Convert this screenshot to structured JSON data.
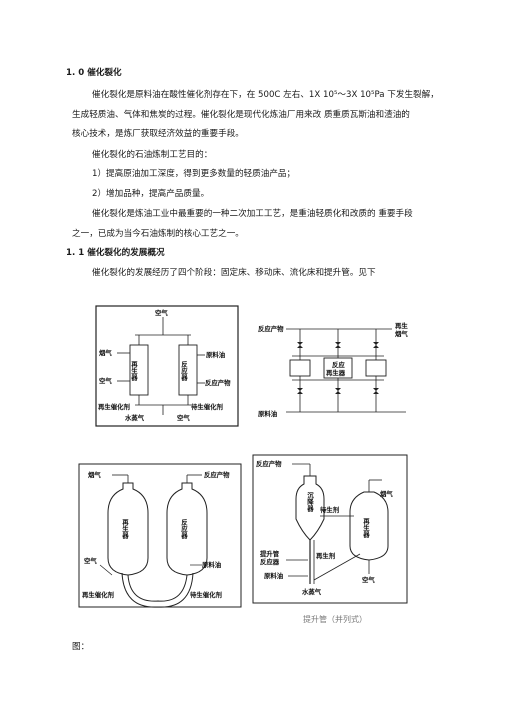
{
  "sections": {
    "s1_title": "1. 0 催化裂化",
    "s1_p1_l1": "催化裂化是原料油在酸性催化剂存在下，在 500C 左右、1X 10⁵～3X 10⁵Pa 下发生裂解，",
    "s1_p1_l2": "生成轻质油、气体和焦炭的过程。催化裂化是现代化炼油厂用来改  质重质瓦斯油和渣油的",
    "s1_p1_l3": "核心技术，是炼厂获取经济效益的重要手段。",
    "s1_p2": "催化裂化的石油炼制工艺目的：",
    "s1_item1": "1）提高原油加工深度，得到更多数量的轻质油产品；",
    "s1_item2": "2）增加品种，提高产品质量。",
    "s1_p3_l1": "催化裂化是炼油工业中最重要的一种二次加工工艺，是重油轻质化和改质的  重要手段",
    "s1_p3_l2": "之一，已成为当今石油炼制的核心工艺之一。",
    "s11_title": "1. 1 催化裂化的发展概况",
    "s11_p1": "催化裂化的发展经历了四个阶段：固定床、移动床、流化床和提升管。见下"
  },
  "fig1": {
    "top_air": "空气",
    "flue": "烟气",
    "regen": "再生器",
    "reactor": "反应器",
    "feed": "原料油",
    "product": "反应产物",
    "air_left": "空气",
    "regen_cat": "再生催化剂",
    "spent_cat": "待生催化剂",
    "steam": "水蒸气",
    "air_bottom": "空气"
  },
  "fig2": {
    "product": "反应产物",
    "regen_flue_1": "再生",
    "regen_flue_2": "烟气",
    "reactor_regen_1": "反应",
    "reactor_regen_2": "再生器",
    "feed": "原料油"
  },
  "fig3": {
    "flue": "烟气",
    "product": "反应产物",
    "regen": "再生器",
    "reactor": "反应器",
    "air": "空气",
    "feed": "原料油",
    "regen_cat": "再生催化剂",
    "spent_cat": "待生催化剂"
  },
  "fig4": {
    "product": "反应产物",
    "settler": "沉降器",
    "flue": "烟气",
    "spent_cat": "待生剂",
    "regen": "再生器",
    "riser_1": "提升管",
    "riser_2": "反应器",
    "regen_cat": "再生剂",
    "air": "空气",
    "feed": "原料油",
    "steam": "水蒸气"
  },
  "caption": "提升管（并列式）",
  "figure_label": "图："
}
